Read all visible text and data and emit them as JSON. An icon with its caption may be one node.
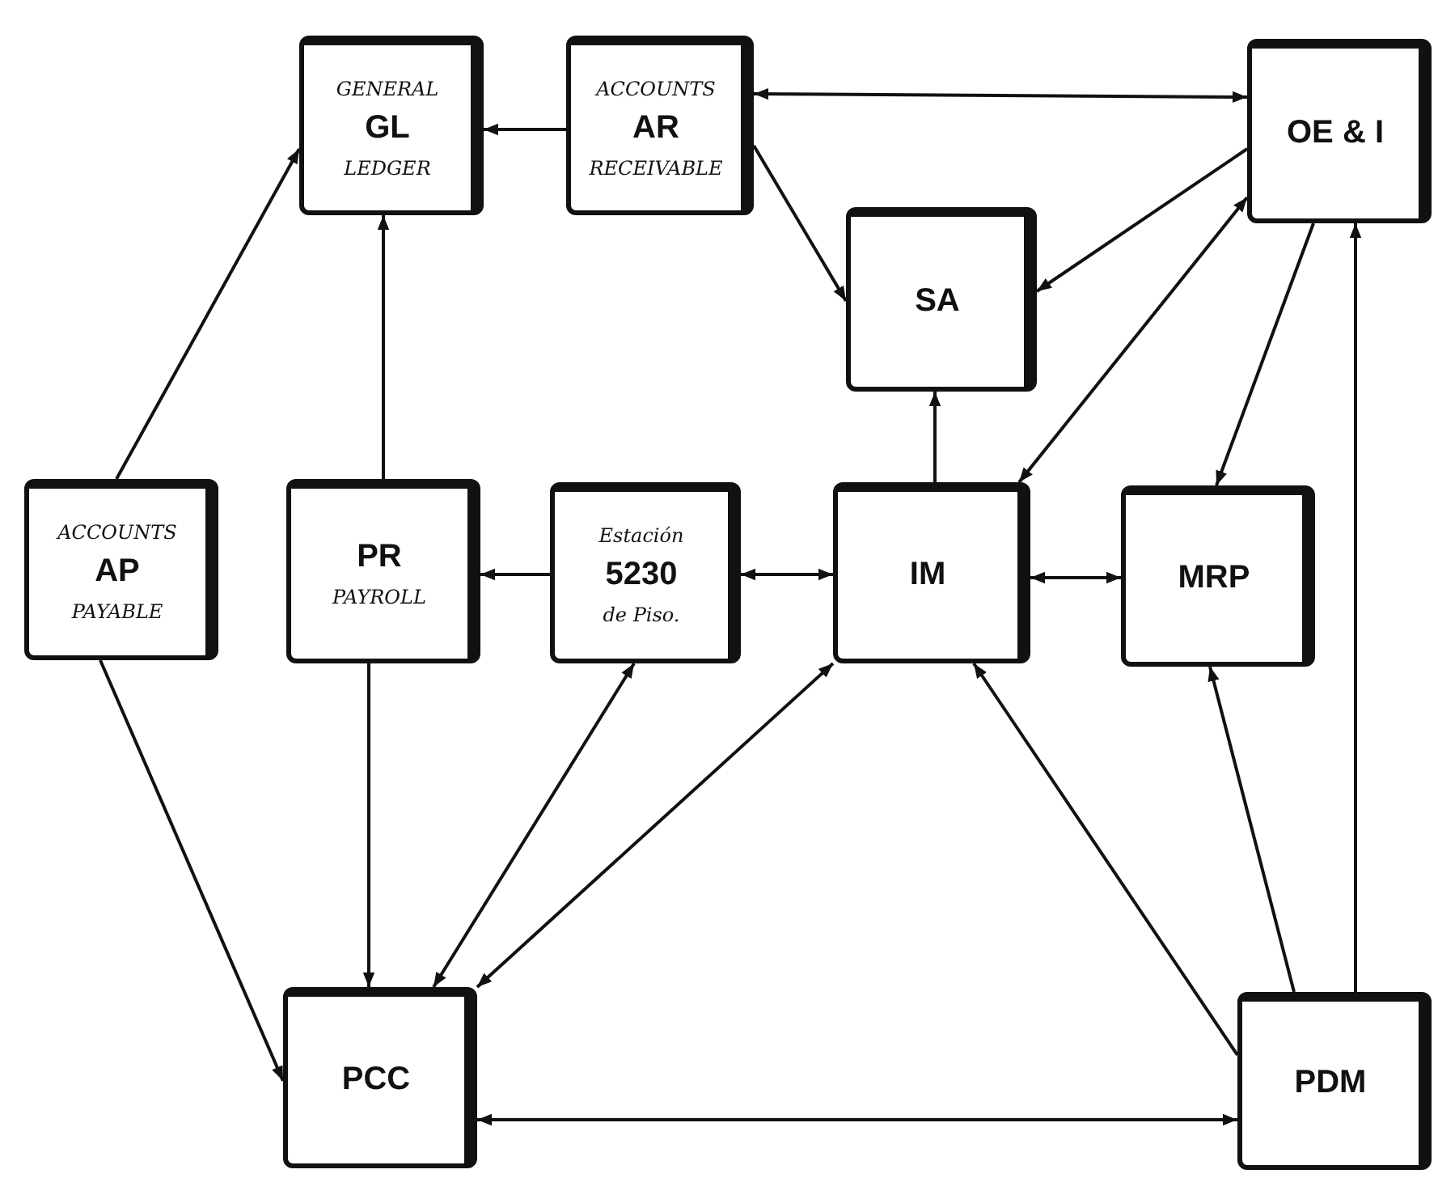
{
  "diagram": {
    "nodes": [
      {
        "text": [
          "GENERAL",
          "GL",
          "LEDGER"
        ]
      },
      {
        "text": [
          "ACCOUNTS",
          "AR",
          "RECEIVABLE"
        ]
      },
      {
        "text": [
          "OE & I"
        ]
      },
      {
        "text": [
          "SA"
        ]
      },
      {
        "text": [
          "ACCOUNTS",
          "AP",
          "PAYABLE"
        ]
      },
      {
        "text": [
          "PR",
          "PAYROLL"
        ]
      },
      {
        "text": [
          "Estación",
          "5230",
          "de Piso."
        ]
      },
      {
        "text": [
          "IM"
        ]
      },
      {
        "text": [
          "MRP"
        ]
      },
      {
        "text": [
          "PCC"
        ]
      },
      {
        "text": [
          "PDM"
        ]
      }
    ],
    "edges": [
      {
        "from": 1,
        "to": 0,
        "arrow": "to"
      },
      {
        "from": 1,
        "to": 2,
        "arrow": "both"
      },
      {
        "from": 1,
        "to": 3,
        "arrow": "to"
      },
      {
        "from": 2,
        "to": 3,
        "arrow": "to"
      },
      {
        "from": 7,
        "to": 2,
        "arrow": "both"
      },
      {
        "from": 2,
        "to": 8,
        "arrow": "to"
      },
      {
        "from": 10,
        "to": 2,
        "arrow": "to"
      },
      {
        "from": 7,
        "to": 3,
        "arrow": "to"
      },
      {
        "from": 5,
        "to": 0,
        "arrow": "to"
      },
      {
        "from": 4,
        "to": 0,
        "arrow": "to"
      },
      {
        "from": 6,
        "to": 5,
        "arrow": "to"
      },
      {
        "from": 6,
        "to": 7,
        "arrow": "both"
      },
      {
        "from": 7,
        "to": 8,
        "arrow": "both"
      },
      {
        "from": 4,
        "to": 9,
        "arrow": "to"
      },
      {
        "from": 5,
        "to": 9,
        "arrow": "to"
      },
      {
        "from": 9,
        "to": 6,
        "arrow": "both"
      },
      {
        "from": 7,
        "to": 9,
        "arrow": "both"
      },
      {
        "from": 10,
        "to": 7,
        "arrow": "to"
      },
      {
        "from": 10,
        "to": 8,
        "arrow": "to"
      },
      {
        "from": 9,
        "to": 10,
        "arrow": "both"
      }
    ]
  }
}
